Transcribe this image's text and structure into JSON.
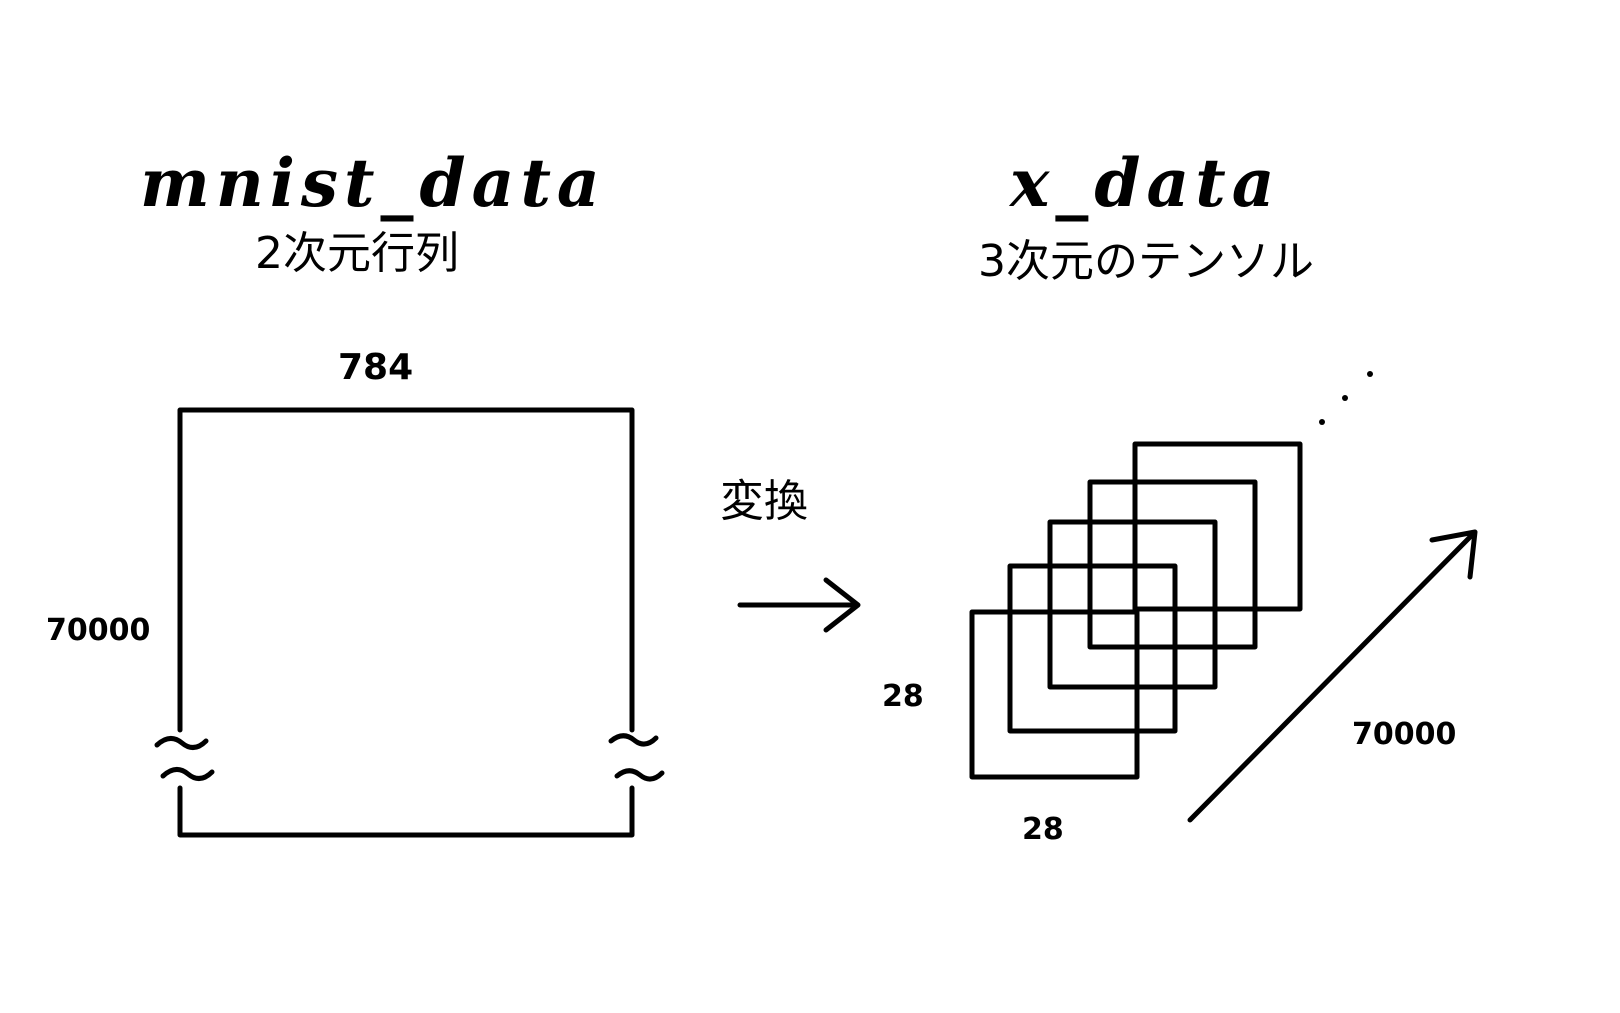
{
  "left": {
    "title": "mnist_data",
    "subtitle": "2次元行列",
    "width_label": "784",
    "height_label": "70000"
  },
  "transform": {
    "label": "変換"
  },
  "right": {
    "title": "x_data",
    "subtitle": "3次元のテンソル",
    "height_label": "28",
    "width_label": "28",
    "depth_label": "70000"
  },
  "style": {
    "stroke": "#000000",
    "background": "#ffffff"
  }
}
